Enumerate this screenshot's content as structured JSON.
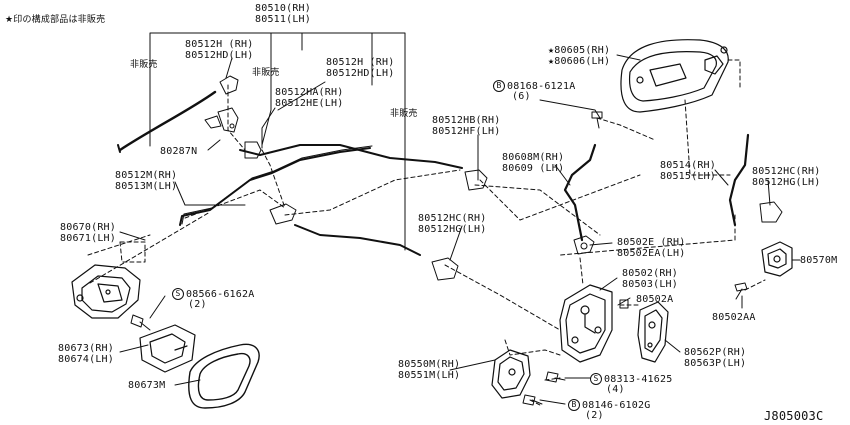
{
  "legend_note": "★印の構成部品は非販売",
  "drawing_code": "J805003C",
  "labels": {
    "p80510": "80510(RH)",
    "p80511": "80511(LH)",
    "p80512h_a": "80512H (RH)",
    "p80512hd_a": "80512HD(LH)",
    "hihanbai_1": "非販売",
    "hihanbai_2": "非販売",
    "hihanbai_3": "非販売",
    "p80512h_b": "80512H (RH)",
    "p80512hd_b": "80512HD(LH)",
    "p80512ha": "80512HA(RH)",
    "p80512he": "80512HE(LH)",
    "p80287n": "80287N",
    "p80512m": "80512M(RH)",
    "p80513m": "80513M(LH)",
    "p80670": "80670(RH)",
    "p80671": "80671(LH)",
    "bolt_08566_code": "08566-6162A",
    "bolt_08566_qty": "(2)",
    "p80673": "80673(RH)",
    "p80674": "80674(LH)",
    "p80673m": "80673M",
    "p80605": "★80605(RH)",
    "p80606": "★80606(LH)",
    "bolt_08168_code": "08168-6121A",
    "bolt_08168_qty": "(6)",
    "p80512hb": "80512HB(RH)",
    "p80512hf": "80512HF(LH)",
    "p80608m": "80608M(RH)",
    "p80609": "80609 (LH)",
    "p80512hc_a": "80512HC(RH)",
    "p80512hg_a": "80512HG(LH)",
    "p80502e": "80502E (RH)",
    "p80502ea": "80502EA(LH)",
    "p80514": "80514(RH)",
    "p80515": "80515(LH)",
    "p80512hc_b": "80512HC(RH)",
    "p80512hg_b": "80512HG(LH)",
    "p80570m": "80570M",
    "p80502": "80502(RH)",
    "p80503": "80503(LH)",
    "p80502a": "80502A",
    "p80502aa": "80502AA",
    "p80562p": "80562P(RH)",
    "p80563p": "80563P(LH)",
    "p80550m": "80550M(RH)",
    "p80551m": "80551M(LH)",
    "bolt_08313_code": "08313-41625",
    "bolt_08313_qty": "(4)",
    "bolt_08146_code": "08146-6102G",
    "bolt_08146_qty": "(2)"
  },
  "fastener_markers": {
    "s_mark": "S",
    "b_mark": "B"
  }
}
